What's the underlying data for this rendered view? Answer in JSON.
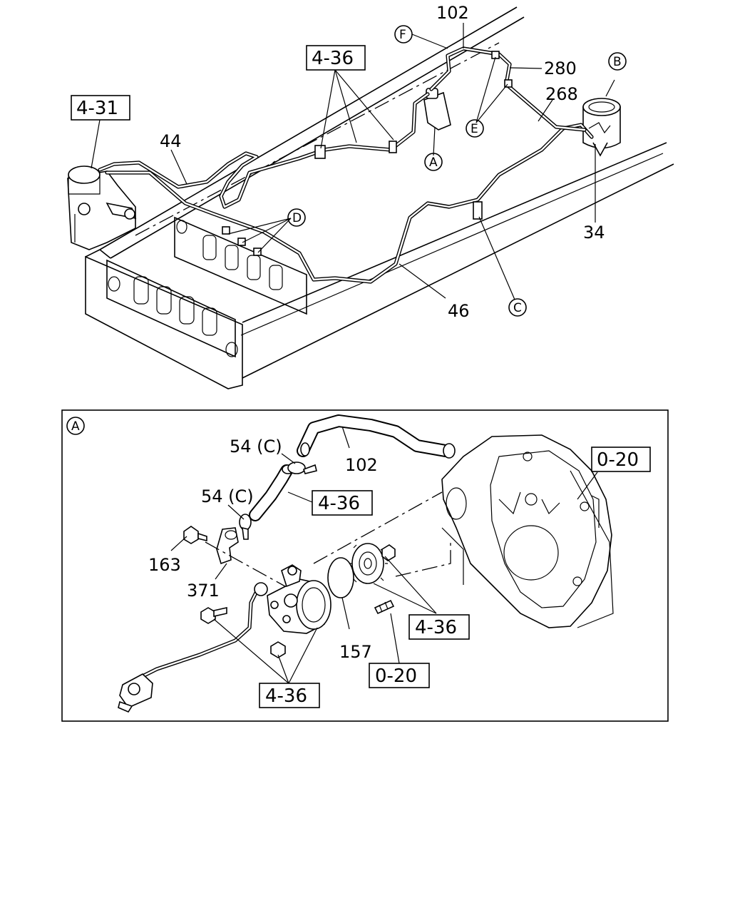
{
  "top": {
    "labels": {
      "l102": "102",
      "l280": "280",
      "l268": "268",
      "l44": "44",
      "l34": "34",
      "l46": "46"
    },
    "boxes": {
      "b4_36": "4-36",
      "b4_31": "4-31"
    },
    "circles": {
      "F": "F",
      "B": "B",
      "E": "E",
      "A": "A",
      "D": "D",
      "C": "C"
    }
  },
  "detail": {
    "circle": "A",
    "labels": {
      "l54c_1": "54 (C)",
      "l102": "102",
      "l54c_2": "54 (C)",
      "l163": "163",
      "l371": "371",
      "l157": "157"
    },
    "boxes": {
      "b0_20_a": "0-20",
      "b4_36_a": "4-36",
      "b4_36_b": "4-36",
      "b0_20_b": "0-20",
      "b4_36_c": "4-36"
    }
  }
}
